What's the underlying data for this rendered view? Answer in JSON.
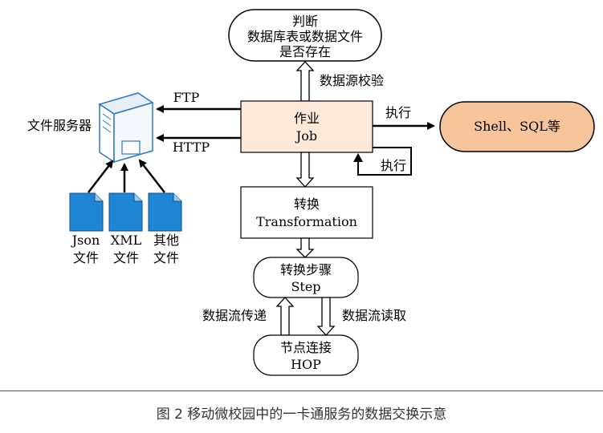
{
  "decision": {
    "title": "判断",
    "line1": "数据库表或数据文件",
    "line2": "是否存在"
  },
  "validation_label": "数据源校验",
  "job": {
    "line1": "作业",
    "line2": "Job"
  },
  "execute_label": "执行",
  "execute_loop_label": "执行",
  "shell_sql": "Shell、SQL等",
  "ftp_label": "FTP",
  "http_label": "HTTP",
  "file_server_label": "文件服务器",
  "transformation": {
    "line1": "转换",
    "line2": "Transformation"
  },
  "step": {
    "line1": "转换步骤",
    "line2": "Step"
  },
  "hop": {
    "line1": "节点连接",
    "line2": "HOP"
  },
  "stream_pass_label": "数据流传递",
  "stream_read_label": "数据流读取",
  "files": [
    {
      "line1": "Json",
      "line2": "文件"
    },
    {
      "line1": "XML",
      "line2": "文件"
    },
    {
      "line1": "其他",
      "line2": "文件"
    }
  ],
  "colors": {
    "job_fill": "#fde9d9",
    "shell_fill": "#f6c49a",
    "file_fill": "#1f86d6",
    "server_body": "#ffffff",
    "server_border": "#2c78c4"
  },
  "caption": "图 2  移动微校园中的一卡通服务的数据交换示意"
}
